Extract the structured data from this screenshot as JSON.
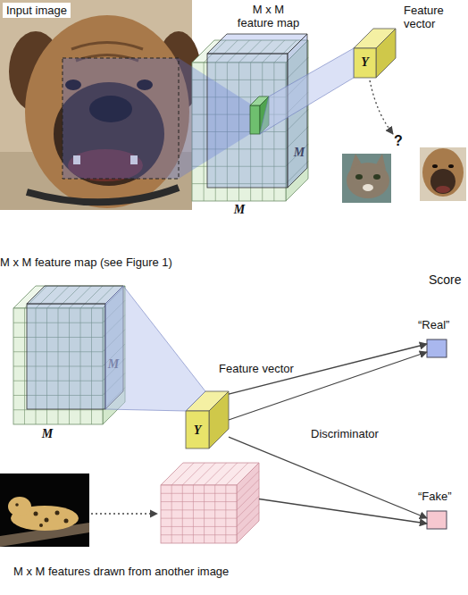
{
  "diagram": {
    "nodes": [
      {
        "text": [
          "Input image"
        ]
      },
      {
        "text": [
          "M x M feature map",
          "M",
          "M"
        ]
      },
      {
        "text": [
          "Feature vector",
          "Y"
        ]
      },
      {
        "text": [
          "M x M feature map (see Figure 1)",
          "M",
          "M"
        ]
      },
      {
        "text": [
          "Feature vector",
          "Y"
        ]
      },
      {
        "text": [
          "“Real”"
        ]
      },
      {
        "text": [
          "“Fake”"
        ]
      },
      {
        "text": [
          "M x M features drawn from another image"
        ]
      }
    ],
    "edges": [
      {
        "from": 4,
        "to": 5,
        "arrow": "to"
      },
      {
        "from": 4,
        "to": 5,
        "arrow": "to"
      },
      {
        "from": 4,
        "to": 6,
        "arrow": "to"
      },
      {
        "from": 7,
        "to": 6,
        "arrow": "to"
      }
    ],
    "labels": [
      "?",
      "Score",
      "Discriminator"
    ]
  }
}
